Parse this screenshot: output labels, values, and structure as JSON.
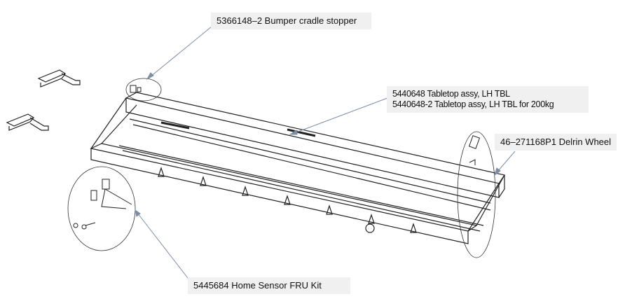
{
  "callouts": {
    "bumper": "5366148–2 Bumper cradle stopper",
    "tabletop_line1": "5440648 Tabletop assy, LH TBL",
    "tabletop_line2": "5440648-2 Tabletop assy, LH TBL for 200kg",
    "wheel": "46–271168P1 Delrin Wheel",
    "home_sensor": "5445684 Home Sensor FRU Kit"
  },
  "colors": {
    "leader": "#7a8ea6",
    "label_bg": "#f0f0f0",
    "line": "#222222"
  }
}
